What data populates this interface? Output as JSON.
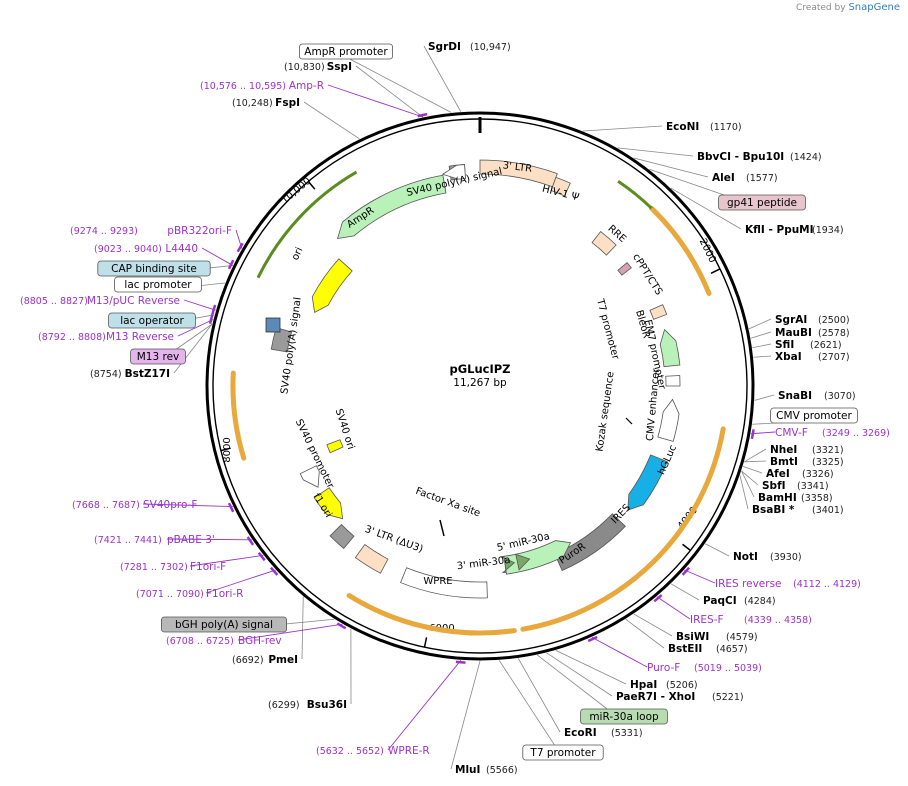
{
  "credit": {
    "text": "Created by",
    "brand": "SnapGene"
  },
  "plasmid": {
    "name": "pGLucIPZ",
    "length_label": "11,267 bp",
    "length": 11267
  },
  "colors": {
    "backbone": "#000000",
    "primer": "#9a33c9",
    "orange_arc": "#e8a83c",
    "green_arc": "#5a8c1e",
    "ltr": "#fde0c4",
    "amp": "#b8f2b8",
    "ori": "#ffff00",
    "gluc": "#17b0e6",
    "ires": "#8a8a8a",
    "gray": "#9a9a9a",
    "pink": "#d8a0b0",
    "white": "#ffffff",
    "box_blue": "#bfe0e8",
    "box_purple": "#e4b4ec",
    "box_green": "#b6dcb0",
    "box_gray": "#b8b8b8"
  },
  "tick_marks": [
    "2000",
    "4000",
    "6000",
    "8000",
    "10,000"
  ],
  "sites": [
    {
      "name": "SgrDI",
      "pos": "(10,947)"
    },
    {
      "name": "SspI",
      "pos": "(10,830)"
    },
    {
      "name": "FspI",
      "pos": "(10,248)"
    },
    {
      "name": "EcoNI",
      "pos": "(1170)"
    },
    {
      "name": "BbvCI   - Bpu10I",
      "pos": "(1424)"
    },
    {
      "name": "AleI",
      "pos": "(1577)"
    },
    {
      "name": "KflI   - PpuMI",
      "pos": "(1934)"
    },
    {
      "name": "SgrAI",
      "pos": "(2500)"
    },
    {
      "name": "MauBI",
      "pos": "(2578)"
    },
    {
      "name": "SfiI",
      "pos": "(2621)"
    },
    {
      "name": "XbaI",
      "pos": "(2707)"
    },
    {
      "name": "SnaBI",
      "pos": "(3070)"
    },
    {
      "name": "NheI",
      "pos": "(3321)"
    },
    {
      "name": "BmtI",
      "pos": "(3325)"
    },
    {
      "name": "AfeI",
      "pos": "(3326)"
    },
    {
      "name": "SbfI",
      "pos": "(3341)"
    },
    {
      "name": "BamHI",
      "pos": "(3358)"
    },
    {
      "name": "BsaBI *",
      "pos": "(3401)"
    },
    {
      "name": "NotI",
      "pos": "(3930)"
    },
    {
      "name": "PaqCI",
      "pos": "(4284)"
    },
    {
      "name": "BsiWI",
      "pos": "(4579)"
    },
    {
      "name": "BstEII",
      "pos": "(4657)"
    },
    {
      "name": "HpaI",
      "pos": "(5206)"
    },
    {
      "name": "PaeR7I   - XhoI",
      "pos": "(5221)"
    },
    {
      "name": "EcoRI",
      "pos": "(5331)"
    },
    {
      "name": "MluI",
      "pos": "(5566)"
    },
    {
      "name": "Bsu36I",
      "pos": "(6299)"
    },
    {
      "name": "PmeI",
      "pos": "(6692)"
    },
    {
      "name": "BstZ17I",
      "pos": "(8754)"
    }
  ],
  "primers": [
    {
      "name": "Amp-R",
      "pos": "(10,576 .. 10,595)"
    },
    {
      "name": "pBR322ori-F",
      "pos": "(9274 .. 9293)"
    },
    {
      "name": "L4440",
      "pos": "(9023 .. 9040)"
    },
    {
      "name": "M13/pUC Reverse",
      "pos": "(8805 .. 8827)"
    },
    {
      "name": "M13 Reverse",
      "pos": "(8792 .. 8808)"
    },
    {
      "name": "CMV-F",
      "pos": "(3249 .. 3269)"
    },
    {
      "name": "IRES reverse",
      "pos": "(4112 .. 4129)"
    },
    {
      "name": "IRES-F",
      "pos": "(4339 .. 4358)"
    },
    {
      "name": "Puro-F",
      "pos": "(5019 .. 5039)"
    },
    {
      "name": "WPRE-R",
      "pos": "(5632 .. 5652)"
    },
    {
      "name": "BGH-rev",
      "pos": "(6708 .. 6725)"
    },
    {
      "name": "F1ori-R",
      "pos": "(7071 .. 7090)"
    },
    {
      "name": "F1ori-F",
      "pos": "(7281 .. 7302)"
    },
    {
      "name": "pBABE 3'",
      "pos": "(7421 .. 7441)"
    },
    {
      "name": "SV40pro-F",
      "pos": "(7668 .. 7687)"
    }
  ],
  "boxed_labels": [
    {
      "text": "AmpR promoter",
      "style": "white"
    },
    {
      "text": "CAP binding site",
      "style": "blue"
    },
    {
      "text": "lac promoter",
      "style": "white"
    },
    {
      "text": "lac operator",
      "style": "blue"
    },
    {
      "text": "M13 rev",
      "style": "purple"
    },
    {
      "text": "gp41 peptide",
      "style": "pink"
    },
    {
      "text": "CMV promoter",
      "style": "white"
    },
    {
      "text": "miR-30a loop",
      "style": "green"
    },
    {
      "text": "T7 promoter",
      "style": "white"
    },
    {
      "text": "bGH poly(A) signal",
      "style": "gray"
    }
  ],
  "feature_labels": [
    "SV40 poly(A) signal",
    "3' LTR",
    "HIV-1 Ψ",
    "AmpR",
    "ori",
    "RRE",
    "cPPT/CTS",
    "T7 promoter",
    "BleoR",
    "EM7 promoter",
    "CMV enhancer",
    "Kozak sequence",
    "hGLuc",
    "IRES",
    "PuroR",
    "5' miR-30a",
    "3' miR-30a",
    "WPRE",
    "3' LTR (ΔU3)",
    "f1 ori",
    "SV40 promoter",
    "SV40 ori",
    "Factor Xa site",
    "SV40 poly(A) signal"
  ]
}
